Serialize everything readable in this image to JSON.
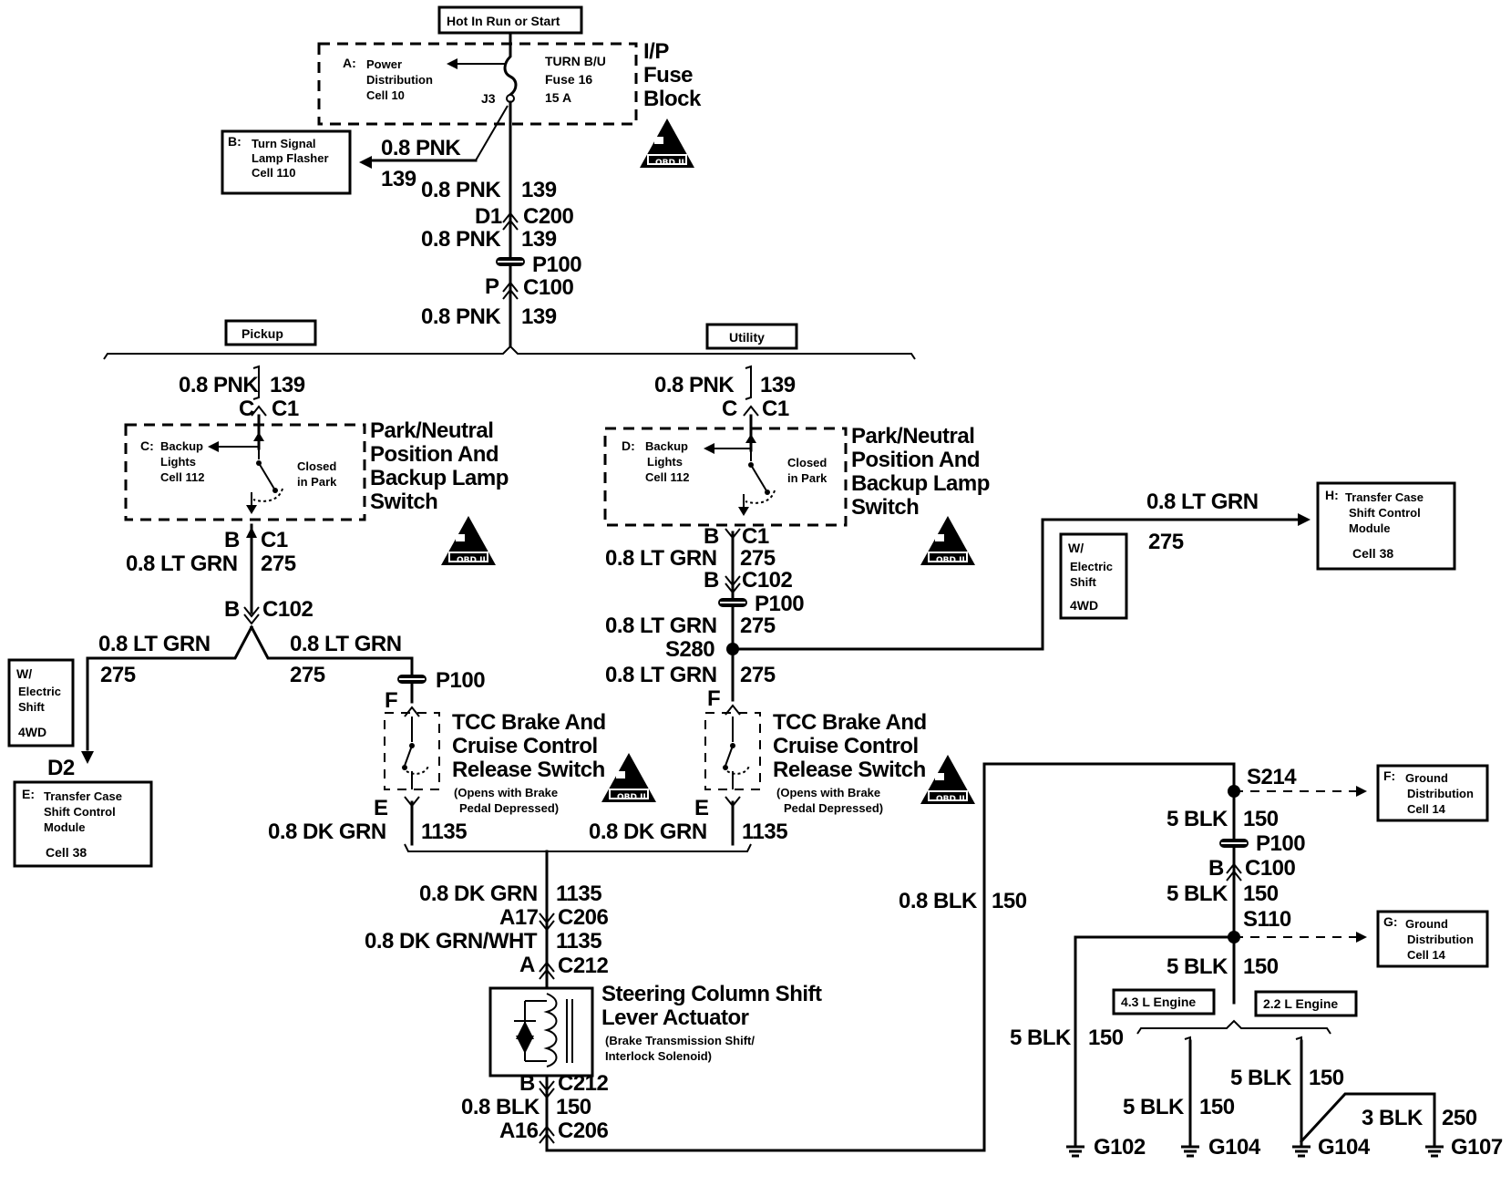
{
  "header": {
    "hot_label": "Hot In Run or Start"
  },
  "fuse_block": {
    "title_line1": "I/P",
    "title_line2": "Fuse",
    "title_line3": "Block",
    "ref_a_letter": "A:",
    "ref_a_line1": "Power",
    "ref_a_line2": "Distribution",
    "ref_a_line3": "Cell 10",
    "fuse_line1": "TURN B/U",
    "fuse_line2": "Fuse 16",
    "fuse_line3": "15 A",
    "terminal": "J3"
  },
  "ref_b": {
    "letter": "B:",
    "line1": "Turn Signal",
    "line2": "Lamp Flasher",
    "line3": "Cell 110"
  },
  "wires": {
    "pnk": "0.8 PNK",
    "c139": "139",
    "lt_grn": "0.8 LT GRN",
    "c275": "275",
    "dk_grn": "0.8 DK GRN",
    "c1135": "1135",
    "dk_grn_wht": "0.8 DK GRN/WHT",
    "blk08": "0.8 BLK",
    "c150": "150",
    "blk5": "5 BLK",
    "blk3": "3 BLK",
    "c250": "250"
  },
  "connectors": {
    "d1": "D1",
    "c200": "C200",
    "p100": "P100",
    "p": "P",
    "c100": "C100",
    "c": "C",
    "c1": "C1",
    "b": "B",
    "c102": "C102",
    "f": "F",
    "e": "E",
    "a17": "A17",
    "c206": "C206",
    "a": "A",
    "c212": "C212",
    "a16": "A16",
    "s280": "S280",
    "s214": "S214",
    "s110": "S110",
    "d2": "D2"
  },
  "variants": {
    "pickup": "Pickup",
    "utility": "Utility",
    "eng43": "4.3 L Engine",
    "eng22": "2.2 L Engine"
  },
  "switch_pnp": {
    "line1": "Park/Neutral",
    "line2": "Position And",
    "line3": "Backup Lamp",
    "line4": "Switch",
    "closed1": "Closed",
    "closed2": "in Park"
  },
  "ref_c": {
    "letter": "C:",
    "line1": "Backup",
    "line2": "Lights",
    "line3": "Cell 112"
  },
  "ref_d": {
    "letter": "D:",
    "line1": "Backup",
    "line2": "Lights",
    "line3": "Cell 112"
  },
  "tcc": {
    "line1": "TCC Brake And",
    "line2": "Cruise Control",
    "line3": "Release Switch",
    "note1": "(Opens with Brake",
    "note2": "Pedal Depressed)"
  },
  "electric_shift": {
    "line1": "W/",
    "line2": "Electric",
    "line3": "Shift",
    "line4": "4WD"
  },
  "ref_e": {
    "letter": "E:",
    "line1": "Transfer Case",
    "line2": "Shift Control",
    "line3": "Module",
    "line4": "Cell 38"
  },
  "ref_h": {
    "letter": "H:",
    "line1": "Transfer Case",
    "line2": "Shift Control",
    "line3": "Module",
    "line4": "Cell 38"
  },
  "ref_f": {
    "letter": "F:",
    "line1": "Ground",
    "line2": "Distribution",
    "line3": "Cell 14"
  },
  "ref_g": {
    "letter": "G:",
    "line1": "Ground",
    "line2": "Distribution",
    "line3": "Cell 14"
  },
  "actuator": {
    "line1": "Steering Column Shift",
    "line2": "Lever Actuator",
    "note1": "(Brake Transmission Shift/",
    "note2": "Interlock Solenoid)"
  },
  "grounds": {
    "g102": "G102",
    "g104": "G104",
    "g107": "G107"
  },
  "obd": {
    "label": "OBD II"
  }
}
